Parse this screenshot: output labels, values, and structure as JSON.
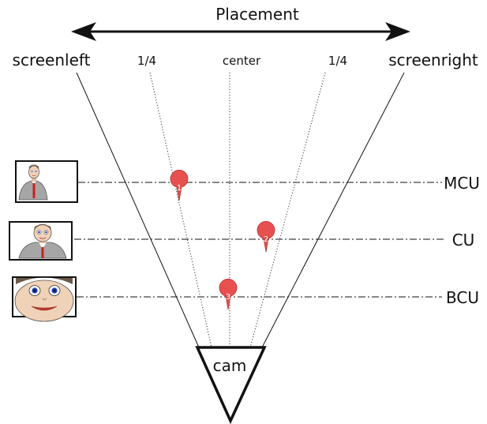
{
  "title": "Placement",
  "positions": {
    "left": "screenleft",
    "quarter_left": "1/4",
    "center": "center",
    "quarter_right": "1/4",
    "right": "screenright"
  },
  "shots": [
    {
      "label": "MCU",
      "icon": "person-medium-close-up-icon"
    },
    {
      "label": "CU",
      "icon": "person-close-up-icon"
    },
    {
      "label": "BCU",
      "icon": "face-big-close-up-icon"
    }
  ],
  "markers": [
    {
      "number": "1",
      "shot": "MCU",
      "placement": "quarter_left"
    },
    {
      "number": "2",
      "shot": "CU",
      "placement": "between center and quarter_right"
    },
    {
      "number": "3",
      "shot": "BCU",
      "placement": "center"
    }
  ],
  "camera": {
    "label": "cam"
  },
  "colors": {
    "line": "#111111",
    "marker": "#e8504f",
    "marker_outline": "#b83434",
    "tie": "#cc1f1f",
    "suit": "#a6a6a6",
    "eye": "#1a3fbf"
  }
}
